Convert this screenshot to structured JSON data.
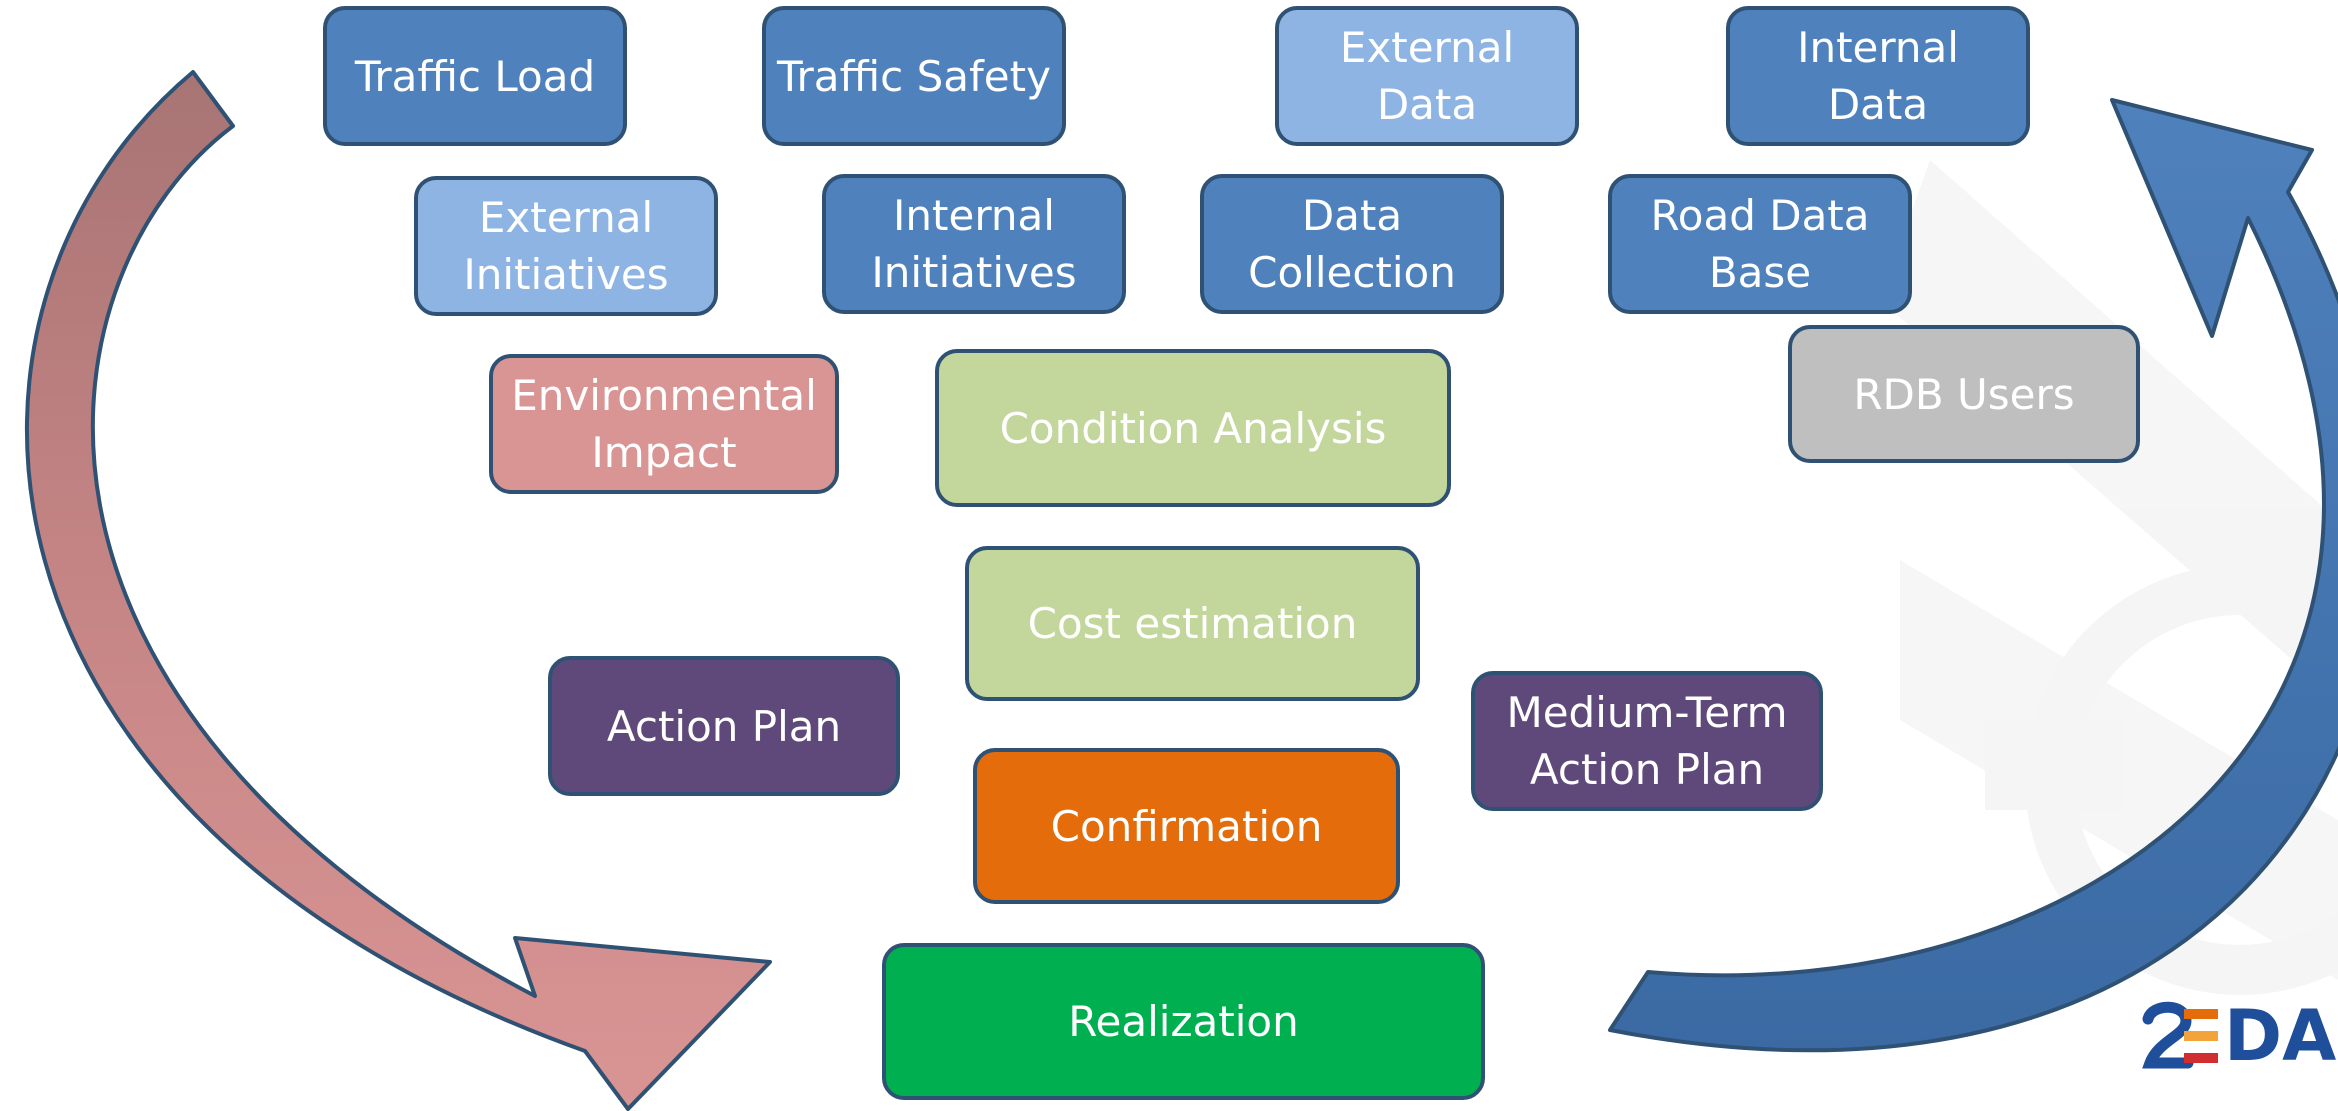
{
  "diagram": {
    "boxes": {
      "traffic_load": "Traffic Load",
      "traffic_safety": "Traffic Safety",
      "external_data": "External\nData",
      "internal_data": "Internal\nData",
      "external_initiatives": "External\nInitiatives",
      "internal_initiatives": "Internal\nInitiatives",
      "data_collection": "Data\nCollection",
      "road_data_base": "Road Data\nBase",
      "rdb_users": "RDB Users",
      "environmental_impact": "Environmental\nImpact",
      "condition_analysis": "Condition Analysis",
      "cost_estimation": "Cost estimation",
      "action_plan": "Action Plan",
      "medium_term_action_plan": "Medium-Term\nAction Plan",
      "confirmation": "Confirmation",
      "realization": "Realization"
    },
    "logo": {
      "text": "DA"
    },
    "colors": {
      "blue": "#4f81bd",
      "light_blue": "#8eb4e3",
      "pink": "#d99594",
      "light_green": "#c3d69b",
      "gray": "#bfbfbf",
      "purple": "#5f497a",
      "orange": "#e46c0a",
      "green": "#00b050",
      "border": "#2f5173"
    }
  }
}
